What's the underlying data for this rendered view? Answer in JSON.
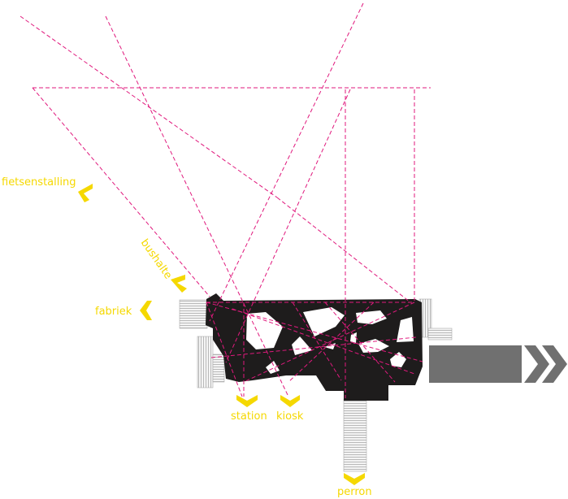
{
  "labels": {
    "fietsenstalling": "fietsenstalling",
    "bushalte": "bushalte",
    "fabriek": "fabriek",
    "station": "station",
    "kiosk": "kiosk",
    "perron": "perron"
  },
  "icons": {
    "chevron": "chevron-icon",
    "double_chevron": "double-chevron-right-icon"
  },
  "colors": {
    "accent": "#f5d800",
    "sightline": "#e0197d",
    "building": "#1e1c1c",
    "stair": "#bdbdbd",
    "platform": "#707070"
  }
}
